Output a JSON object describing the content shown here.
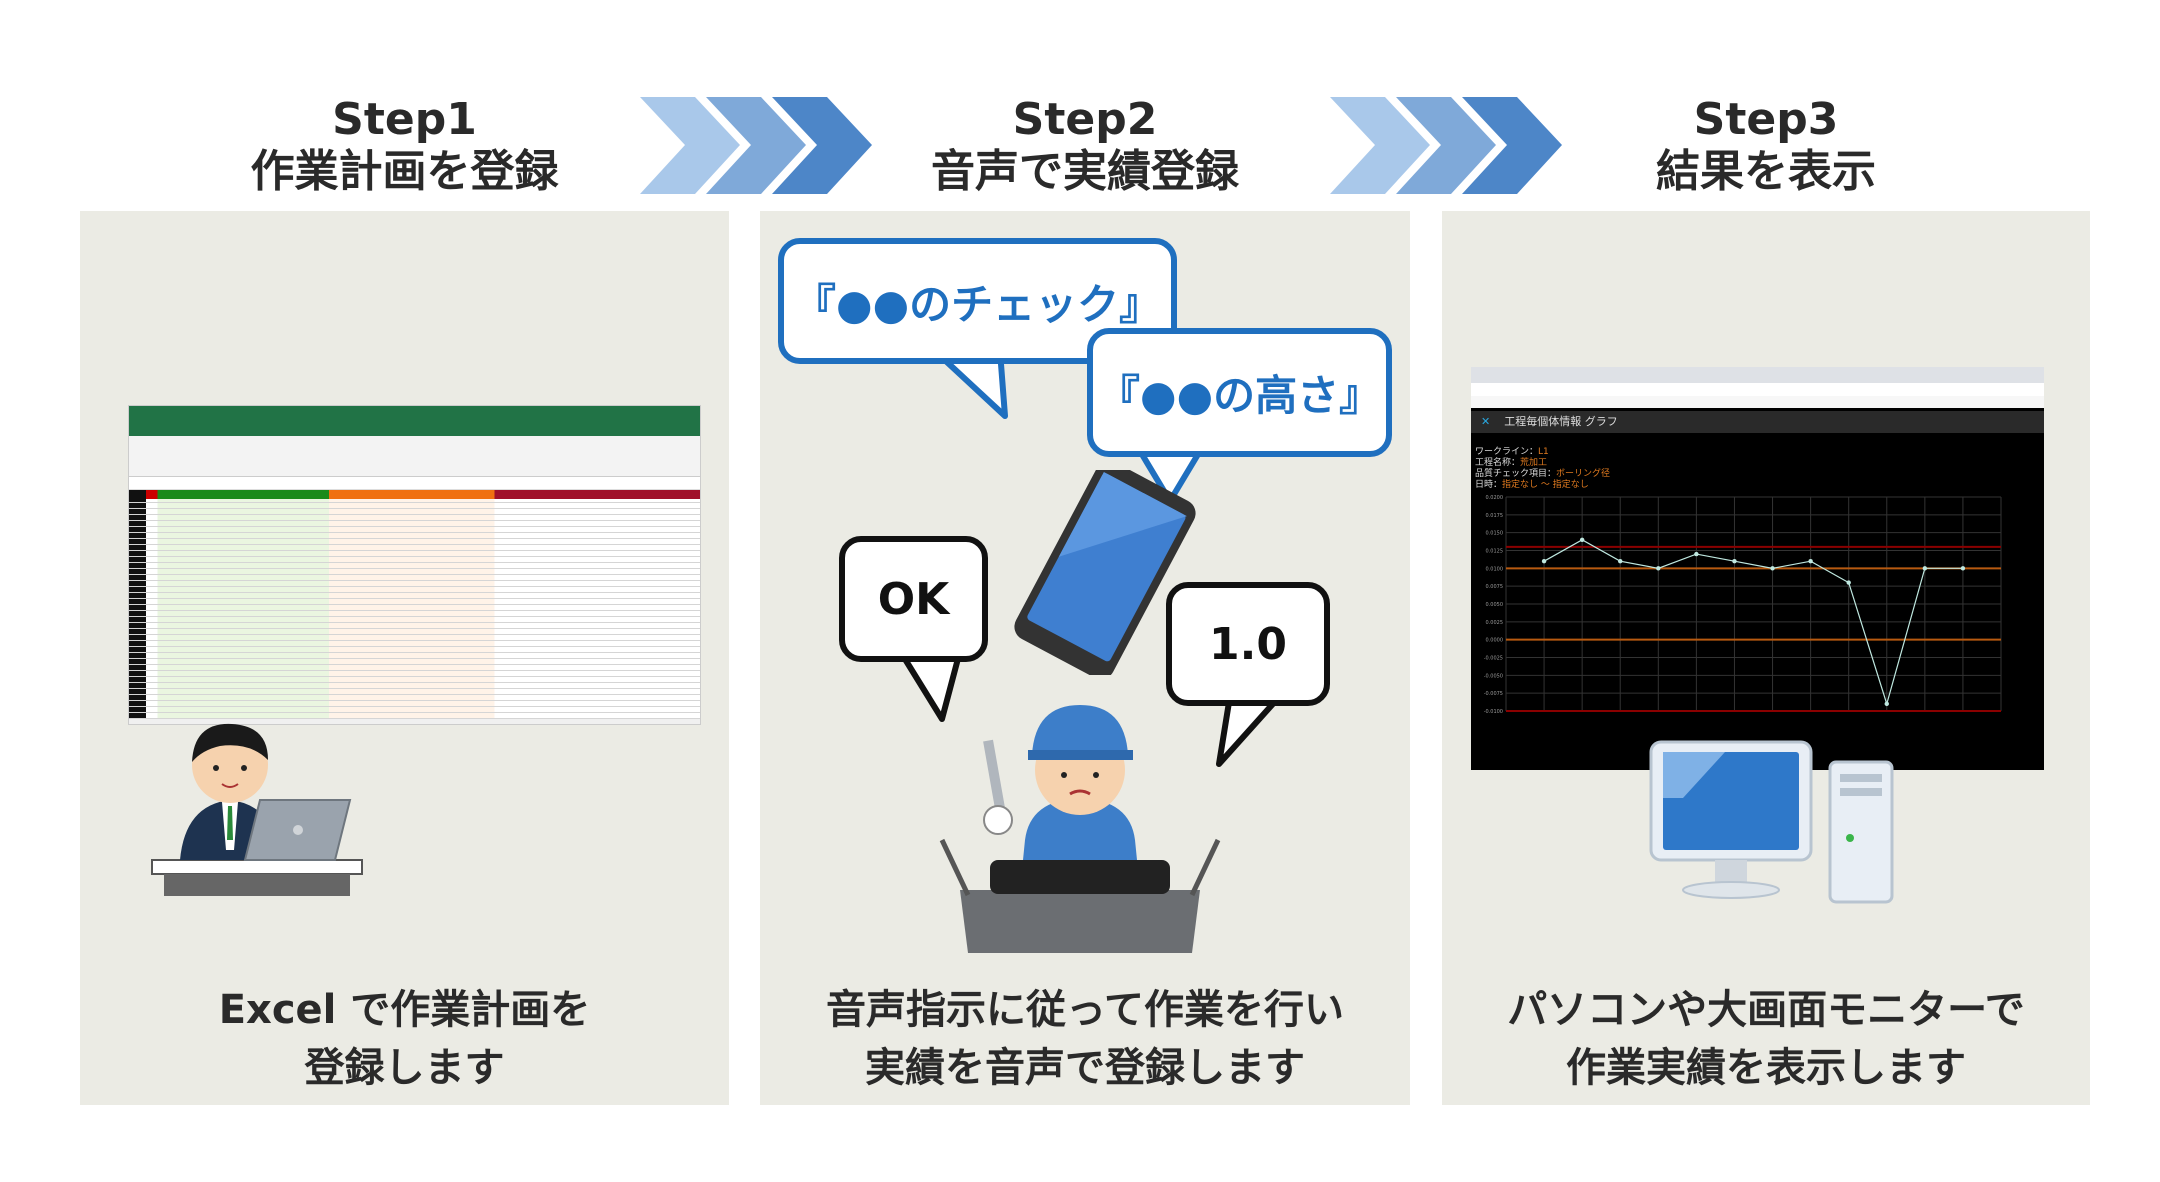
{
  "steps": [
    {
      "label": "Step1",
      "title": "作業計画を登録",
      "caption_lines": [
        "Excel で作業計画を",
        "登録します"
      ]
    },
    {
      "label": "Step2",
      "title": "音声で実績登録",
      "caption_lines": [
        "音声指示に従って作業を行い",
        "実績を音声で登録します"
      ]
    },
    {
      "label": "Step3",
      "title": "結果を表示",
      "caption_lines": [
        "パソコンや大画面モニターで",
        "作業実績を表示します"
      ]
    }
  ],
  "bubbles": {
    "check": "『●●のチェック』",
    "height": "『●●の高さ』",
    "ok": "OK",
    "value": "1.0"
  },
  "screen": {
    "app_title": "工程毎個体情報 グラフ",
    "info": [
      {
        "label": "ワークライン：",
        "value": "L1"
      },
      {
        "label": "工程名称：",
        "value": "荒加工"
      },
      {
        "label": "品質チェック項目：",
        "value": "ボーリング径"
      },
      {
        "label": "日時：",
        "value": "指定なし ～ 指定なし"
      }
    ]
  },
  "colors": {
    "panel": "#ebebe4",
    "chevron_light": "#a9c8ea",
    "chevron_mid": "#7fa9d9",
    "chevron_dark": "#4d86c8",
    "bubble_blue": "#1f6fbf",
    "limit_red": "#8b0000",
    "limit_orange": "#b85a10",
    "series": "#bfe8e0"
  },
  "chart_data": {
    "type": "line",
    "y_ticks": [
      "0.0200",
      "0.0175",
      "0.0150",
      "0.0125",
      "0.0100",
      "0.0075",
      "0.0050",
      "0.0025",
      "0.0000",
      "-0.0025",
      "-0.0050",
      "-0.0075",
      "-0.0100"
    ],
    "ylim": [
      -0.01,
      0.02
    ],
    "values": [
      0.011,
      0.014,
      0.011,
      0.01,
      0.012,
      0.011,
      0.01,
      0.011,
      0.008,
      -0.009,
      0.01,
      0.01
    ],
    "limit_lines": [
      {
        "value": 0.013,
        "kind": "red"
      },
      {
        "value": 0.01,
        "kind": "orange"
      },
      {
        "value": 0.0,
        "kind": "orange"
      },
      {
        "value": -0.01,
        "kind": "red"
      }
    ],
    "grid": true
  }
}
